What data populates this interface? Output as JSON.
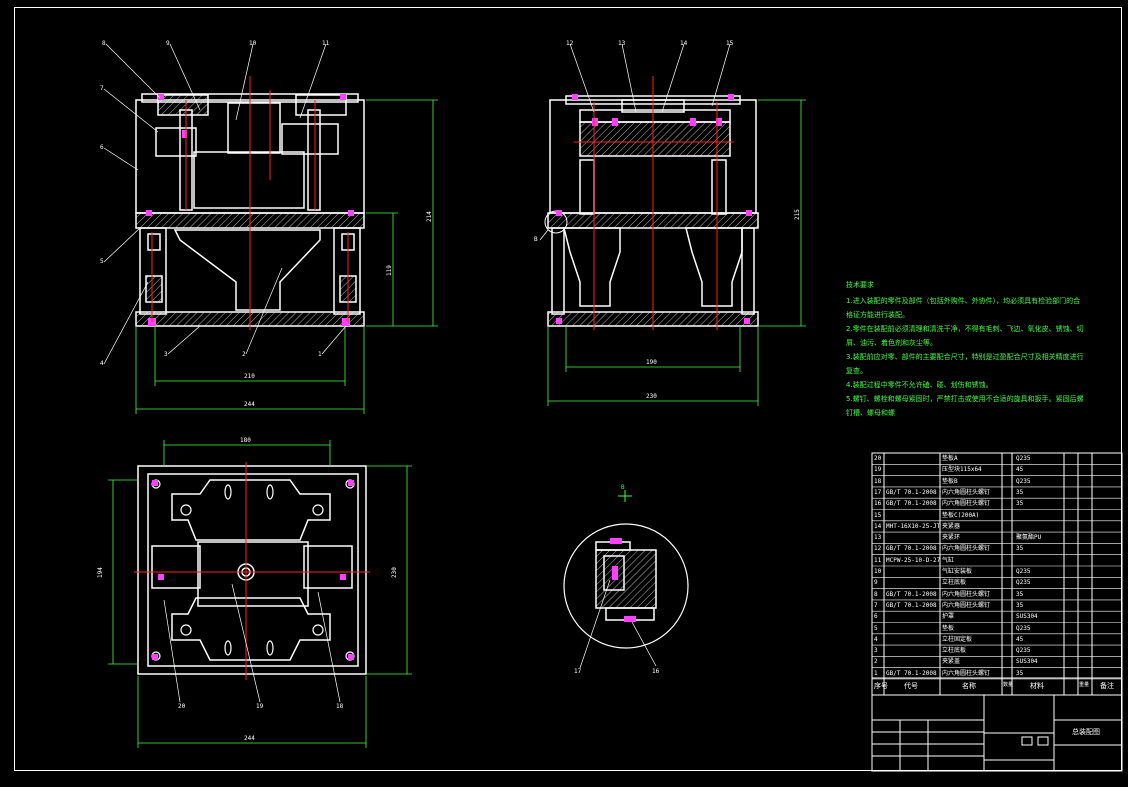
{
  "technical_requirements": {
    "heading": "技术要求",
    "lines": [
      "1.进入装配的零件及部件（包括外购件、外协件），均必须具有检验部门的合",
      "格证方能进行装配。",
      "2.零件在装配前必须清理和清洗干净，不得有毛刺、飞边、氧化皮、锈蚀、切",
      "屑、油污、着色剂和灰尘等。",
      "3.装配前应对零、部件的主要配合尺寸，特别是过盈配合尺寸及相关精度进行",
      "复查。",
      "4.装配过程中零件不允许磕、碰、划伤和锈蚀。",
      "5.螺钉、螺栓和螺母紧固时，严禁打击或使用不合适的旋具和扳手。紧固后螺",
      "钉槽、螺母和螺"
    ]
  },
  "bom": [
    {
      "no": "20",
      "code": "",
      "name": "垫板A",
      "qty": "",
      "mat": "Q235"
    },
    {
      "no": "19",
      "code": "",
      "name": "压型块115x64",
      "qty": "",
      "mat": "45"
    },
    {
      "no": "18",
      "code": "",
      "name": "垫板B",
      "qty": "",
      "mat": "Q235"
    },
    {
      "no": "17",
      "code": "GB/T 70.1-2008",
      "name": "内六角圆柱头螺钉",
      "qty": "",
      "mat": "35"
    },
    {
      "no": "16",
      "code": "GB/T 70.1-2008",
      "name": "内六角圆柱头螺钉",
      "qty": "",
      "mat": "35"
    },
    {
      "no": "15",
      "code": "",
      "name": "垫板C(200A)",
      "qty": "",
      "mat": ""
    },
    {
      "no": "14",
      "code": "MHT-16X10-25-JT",
      "name": "夹紧器",
      "qty": "",
      "mat": ""
    },
    {
      "no": "13",
      "code": "",
      "name": "夹紧环",
      "qty": "",
      "mat": "聚氨酯PU"
    },
    {
      "no": "12",
      "code": "GB/T 70.1-2008",
      "name": "内六角圆柱头螺钉",
      "qty": "",
      "mat": "35"
    },
    {
      "no": "11",
      "code": "MCPW-25-10-D-275",
      "name": "气缸",
      "qty": "",
      "mat": ""
    },
    {
      "no": "10",
      "code": "",
      "name": "气缸安装板",
      "qty": "",
      "mat": "Q235"
    },
    {
      "no": "9",
      "code": "",
      "name": "立柱底板",
      "qty": "",
      "mat": "Q235"
    },
    {
      "no": "8",
      "code": "GB/T 70.1-2008",
      "name": "内六角圆柱头螺钉",
      "qty": "",
      "mat": "35"
    },
    {
      "no": "7",
      "code": "GB/T 70.1-2008",
      "name": "内六角圆柱头螺钉",
      "qty": "",
      "mat": "35"
    },
    {
      "no": "6",
      "code": "",
      "name": "护罩",
      "qty": "",
      "mat": "SUS304"
    },
    {
      "no": "5",
      "code": "",
      "name": "垫板",
      "qty": "",
      "mat": "Q235"
    },
    {
      "no": "4",
      "code": "",
      "name": "立柱固定板",
      "qty": "",
      "mat": "45"
    },
    {
      "no": "3",
      "code": "",
      "name": "立柱底板",
      "qty": "",
      "mat": "Q235"
    },
    {
      "no": "2",
      "code": "",
      "name": "夹紧盖",
      "qty": "",
      "mat": "SUS304"
    },
    {
      "no": "1",
      "code": "GB/T 70.1-2008",
      "name": "内六角圆柱头螺钉",
      "qty": "",
      "mat": "35"
    }
  ],
  "bom_header": {
    "no": "序号",
    "code": "代号",
    "name": "名称",
    "qty": "数量",
    "mat": "材料",
    "weight": "重量",
    "remark": "备注"
  },
  "title_block": {
    "drawing_name": "总装配图"
  },
  "dimensions": {
    "front_total_height": "214",
    "front_lower_height": "119",
    "front_inner_width": "210",
    "front_total_width": "244",
    "side_total_height": "215",
    "side_inner_width": "190",
    "side_total_width": "230",
    "top_width_top": "180",
    "top_depth_inner": "194",
    "top_depth_outer": "230",
    "top_width_bottom": "244"
  },
  "balloons_front": [
    "8",
    "9",
    "10",
    "11",
    "7",
    "6",
    "5",
    "4",
    "3",
    "2",
    "1"
  ],
  "balloons_side": [
    "12",
    "13",
    "14",
    "15",
    "B"
  ],
  "balloons_top": [
    "20",
    "19",
    "18"
  ],
  "balloons_detail": [
    "17",
    "16"
  ],
  "detail_label": "B",
  "colors": {
    "line": "#ffffff",
    "center": "#ff2020",
    "dim": "#3fff3f",
    "bolt": "#ff40ff",
    "hatch": "#ffffff",
    "text": "#3fff3f"
  }
}
